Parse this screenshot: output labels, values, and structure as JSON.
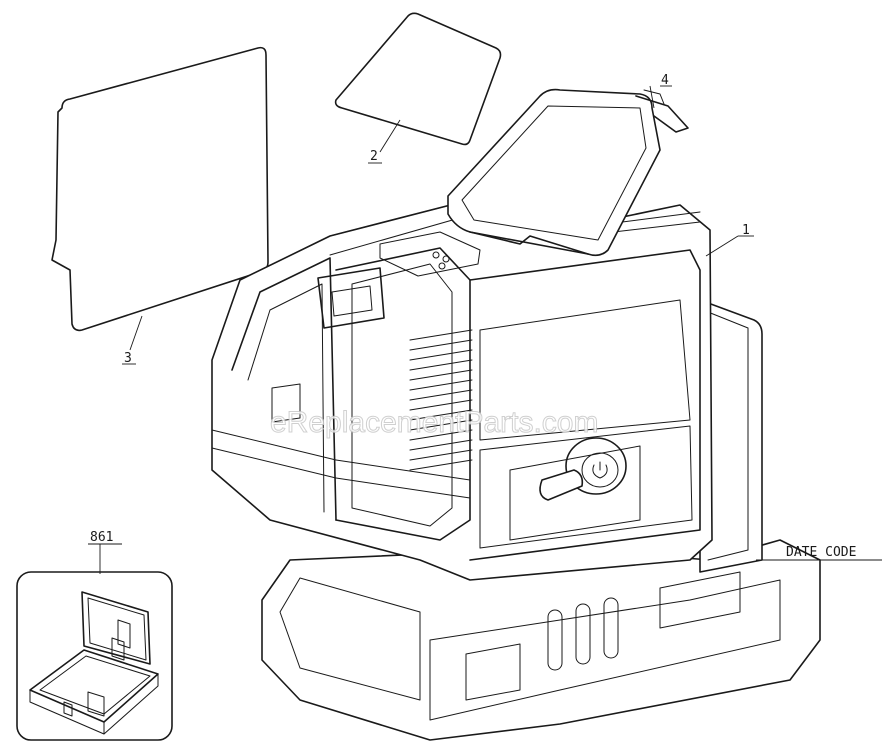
{
  "diagram": {
    "callouts": {
      "part1": "1",
      "part2": "2",
      "part3": "3",
      "part4": "4",
      "case": "861",
      "date_code": "DATE CODE"
    },
    "watermark": "eReplacementParts.com"
  }
}
